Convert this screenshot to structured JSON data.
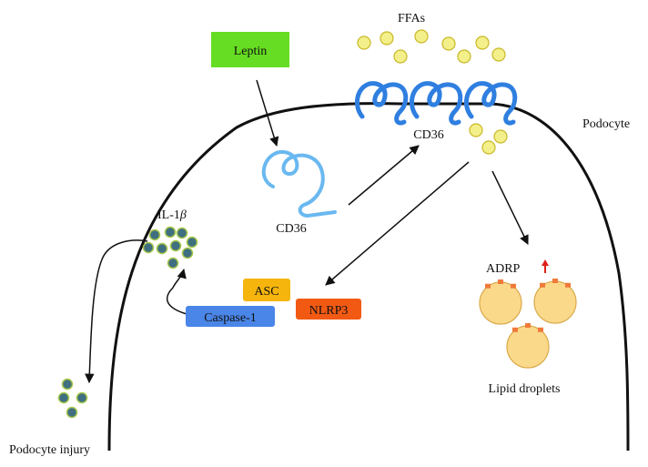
{
  "labels": {
    "ffas": "FFAs",
    "podocyte": "Podocyte",
    "cd36_membrane": "CD36",
    "cd36_inner": "CD36",
    "il1b_prefix": "IL-1",
    "il1b_beta": "β",
    "adrp": "ADRP",
    "lipid_droplets": "Lipid droplets",
    "podocyte_injury": "Podocyte injury"
  },
  "boxes": {
    "leptin": "Leptin",
    "asc": "ASC",
    "nlrp3": "NLRP3",
    "caspase1": "Caspase-1"
  },
  "colors": {
    "leptin": "#66dd22",
    "asc": "#f5b50d",
    "nlrp3": "#f25a14",
    "caspase1": "#4a86e8",
    "cd36_membrane": "#2f7fe0",
    "cd36_inner": "#6ab8f0",
    "ffa_fill": "#f3ef8a",
    "ffa_stroke": "#c9b827",
    "droplet_fill": "#fbd98a",
    "droplet_stroke": "#d9a94a",
    "adrp_dot": "#f07a3a",
    "il1b_fill": "#3f6f80",
    "il1b_stroke": "#a8c84a",
    "up_arrow": "#e0201a"
  },
  "indicators": {
    "adrp_trend": "up-arrow"
  }
}
